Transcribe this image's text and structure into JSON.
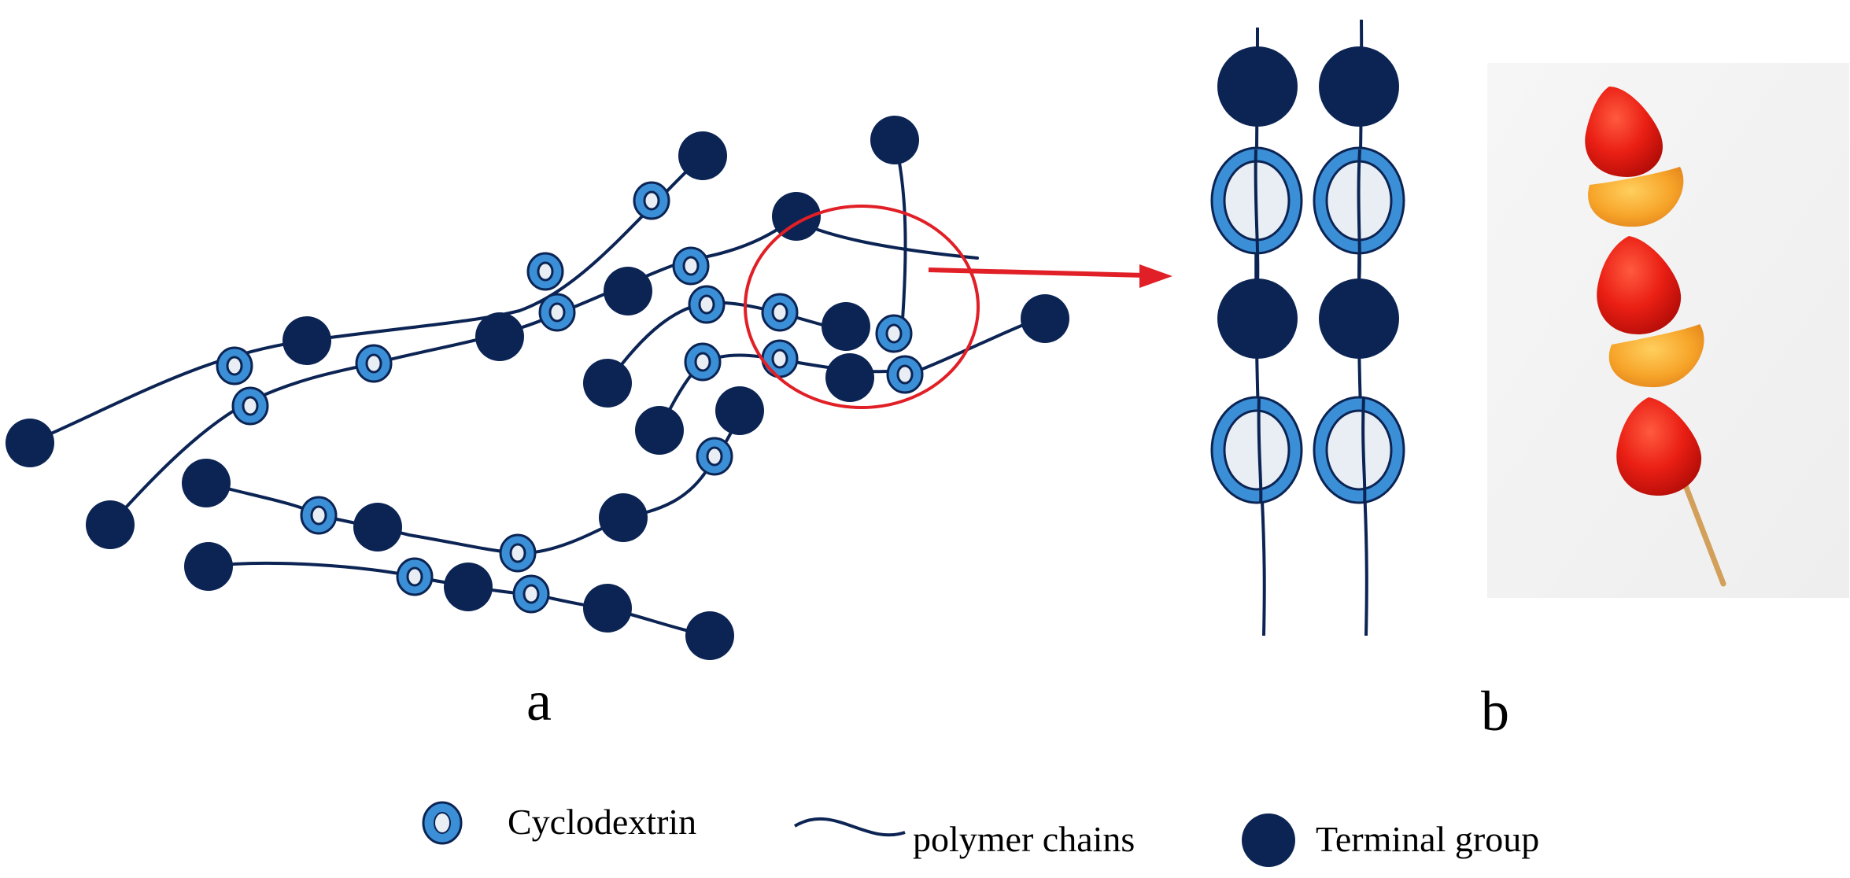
{
  "panels": {
    "a": {
      "label": "a"
    },
    "b": {
      "label": "b"
    }
  },
  "legend": {
    "cyclodextrin": "Cyclodextrin",
    "polymer": "polymer chains",
    "terminal": "Terminal group"
  },
  "colors": {
    "navy": "#0c2454",
    "cd_blue": "#3b8fd6",
    "cd_inner": "#e8eef4",
    "highlight": "#e11f26",
    "fruit_red": "#ea1f14",
    "fruit_orange": "#f7a52a",
    "stick": "#d2a05a",
    "photo_bg": "#f2f2f2"
  }
}
